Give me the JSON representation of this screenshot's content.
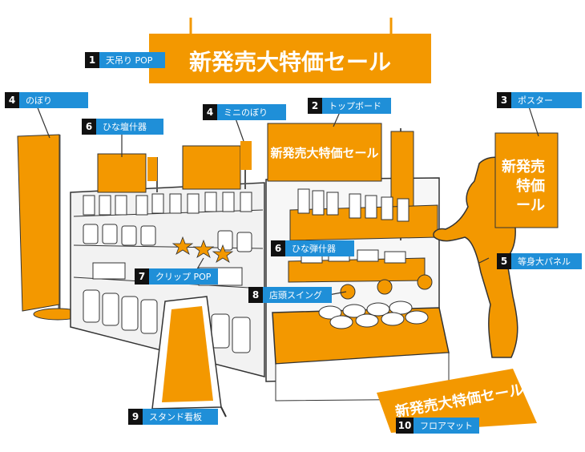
{
  "colors": {
    "accent": "#f39800",
    "label_bg": "#1f8fd8",
    "number_bg": "#111111",
    "line": "#333333"
  },
  "signs": {
    "ceiling_pop": "新発売大特価セール",
    "top_board": "新発売大特価セール",
    "poster_line1": "新発売",
    "poster_line2": "特価",
    "poster_line3": "ール",
    "floor_mat": "新発売大特価セール"
  },
  "labels": [
    {
      "num": "1",
      "text": "天吊り POP"
    },
    {
      "num": "4",
      "text": "のぼり"
    },
    {
      "num": "6",
      "text": "ひな壇什器"
    },
    {
      "num": "4",
      "text": "ミニのぼり"
    },
    {
      "num": "2",
      "text": "トップボード"
    },
    {
      "num": "3",
      "text": "ポスター"
    },
    {
      "num": "6",
      "text": "ひな弾什器"
    },
    {
      "num": "5",
      "text": "等身大パネル"
    },
    {
      "num": "7",
      "text": "クリップ POP"
    },
    {
      "num": "8",
      "text": "店頭スイング"
    },
    {
      "num": "9",
      "text": "スタンド看板"
    },
    {
      "num": "10",
      "text": "フロアマット"
    }
  ]
}
